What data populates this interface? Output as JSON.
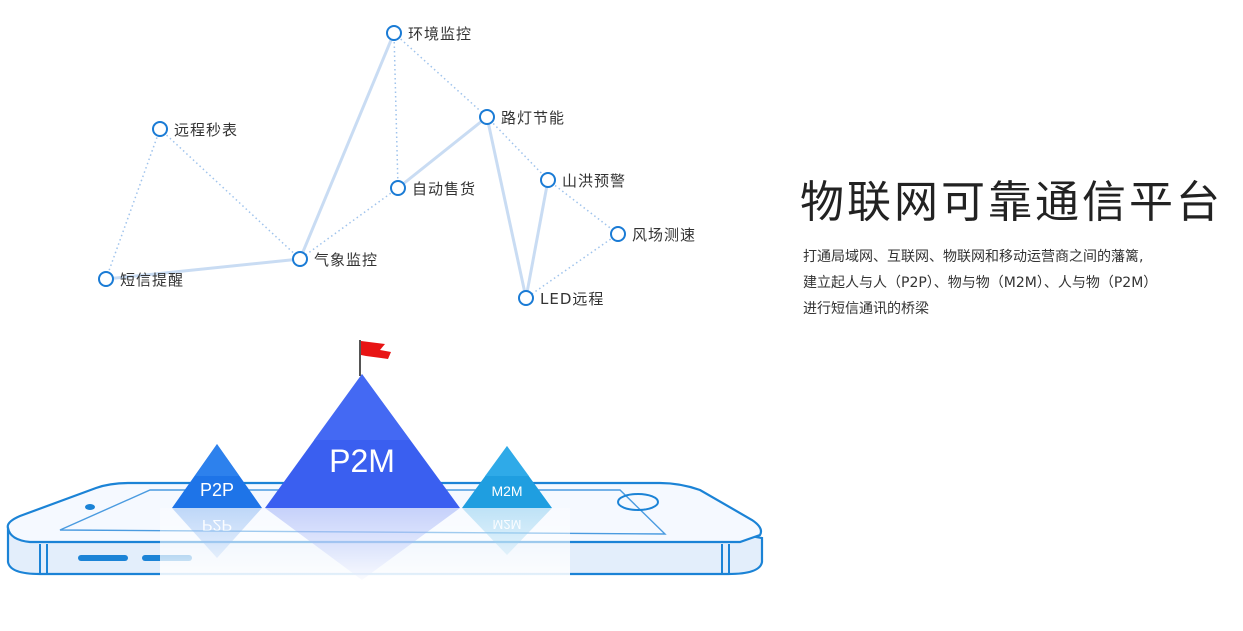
{
  "network": {
    "nodes": [
      {
        "id": "env",
        "label": "环境监控"
      },
      {
        "id": "street",
        "label": "路灯节能"
      },
      {
        "id": "meter",
        "label": "远程秒表"
      },
      {
        "id": "vending",
        "label": "自动售货"
      },
      {
        "id": "flood",
        "label": "山洪预警"
      },
      {
        "id": "wind",
        "label": "风场测速"
      },
      {
        "id": "weather",
        "label": "气象监控"
      },
      {
        "id": "sms",
        "label": "短信提醒"
      },
      {
        "id": "led",
        "label": "LED远程"
      }
    ],
    "solid_links": [
      [
        "env",
        "weather"
      ],
      [
        "street",
        "vending"
      ],
      [
        "street",
        "led"
      ],
      [
        "flood",
        "led"
      ],
      [
        "weather",
        "sms"
      ]
    ],
    "dotted_links": [
      [
        "env",
        "street"
      ],
      [
        "env",
        "vending"
      ],
      [
        "meter",
        "weather"
      ],
      [
        "meter",
        "sms"
      ],
      [
        "vending",
        "weather"
      ],
      [
        "street",
        "flood"
      ],
      [
        "flood",
        "wind"
      ],
      [
        "wind",
        "led"
      ]
    ],
    "colors": {
      "node": "#1a7bd5",
      "solid_line": "#c9dcf3",
      "dotted_line": "#9fc3ec"
    }
  },
  "graphic": {
    "mountains": {
      "center": "P2M",
      "left": "P2P",
      "right": "M2M"
    },
    "colors": {
      "center": "#3a5ff0",
      "left": "#1e74e8",
      "right": "#1f9ee0",
      "flag": "#e81414",
      "phone_outline": "#1b83d6",
      "phone_fill": "#e3eefb"
    }
  },
  "headline": "物联网可靠通信平台",
  "description": {
    "line1": "打通局域网、互联网、物联网和移动运营商之间的藩篱,",
    "line2": "建立起人与人（P2P）、物与物（M2M）、人与物（P2M）",
    "line3": "进行短信通讯的桥梁"
  }
}
